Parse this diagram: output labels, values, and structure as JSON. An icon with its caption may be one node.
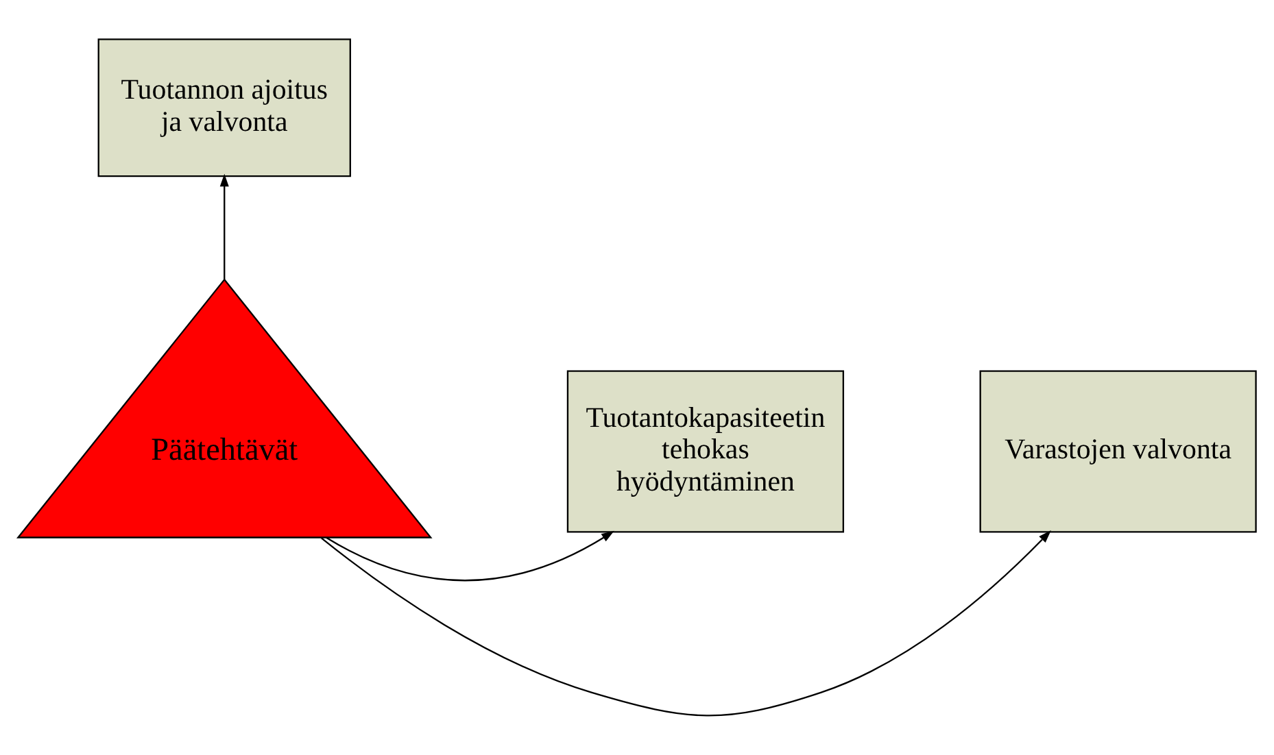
{
  "diagram": {
    "nodes": [
      {
        "text": [
          "Päätehtävät"
        ]
      },
      {
        "text": [
          "Tuotannon ajoitus ja valvonta"
        ]
      },
      {
        "text": [
          "Varastojen valvonta"
        ]
      },
      {
        "text": [
          "Tuotantokapasiteetin tehokas hyödyntäminen"
        ]
      }
    ],
    "edges": [
      {
        "from": 0,
        "to": 1,
        "arrow": "to"
      },
      {
        "from": 0,
        "to": 2,
        "arrow": "to"
      },
      {
        "from": 0,
        "to": 3,
        "arrow": "to"
      }
    ]
  }
}
